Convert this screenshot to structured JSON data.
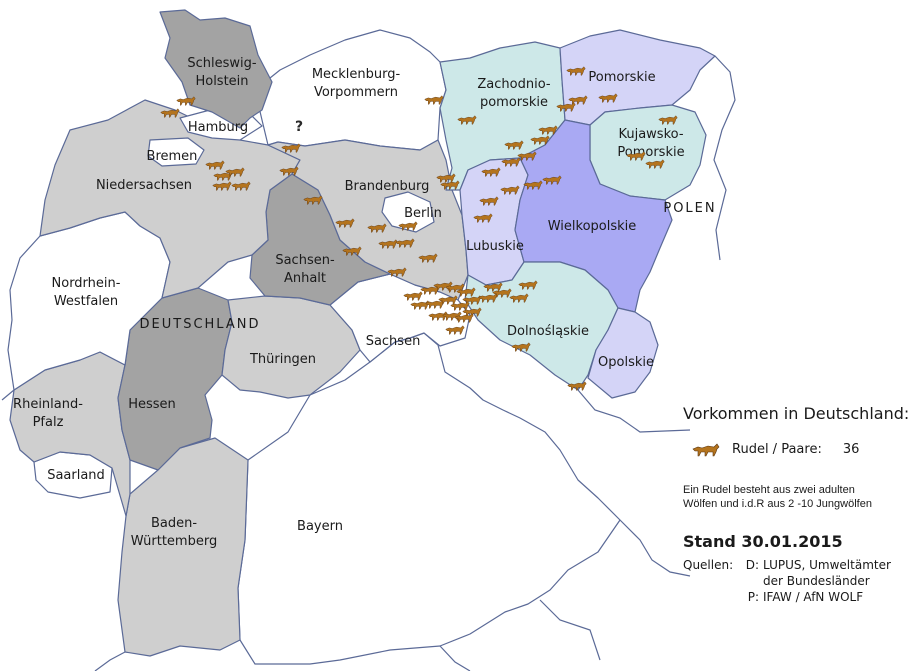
{
  "map": {
    "regions_de": [
      {
        "name": "Schleswig-Holstein",
        "lines": [
          "Schleswig-",
          "Holstein"
        ]
      },
      {
        "name": "Mecklenburg-Vorpommern",
        "lines": [
          "Mecklenburg-",
          "Vorpommern"
        ]
      },
      {
        "name": "Hamburg",
        "lines": [
          "Hamburg"
        ]
      },
      {
        "name": "Bremen",
        "lines": [
          "Bremen"
        ]
      },
      {
        "name": "Niedersachsen",
        "lines": [
          "Niedersachsen"
        ]
      },
      {
        "name": "Brandenburg",
        "lines": [
          "Brandenburg"
        ]
      },
      {
        "name": "Berlin",
        "lines": [
          "Berlin"
        ]
      },
      {
        "name": "Sachsen-Anhalt",
        "lines": [
          "Sachsen-",
          "Anhalt"
        ]
      },
      {
        "name": "Nordrhein-Westfalen",
        "lines": [
          "Nordrhein-",
          "Westfalen"
        ]
      },
      {
        "name": "Sachsen",
        "lines": [
          "Sachsen"
        ]
      },
      {
        "name": "Thüringen",
        "lines": [
          "Thüringen"
        ]
      },
      {
        "name": "Hessen",
        "lines": [
          "Hessen"
        ]
      },
      {
        "name": "Rheinland-Pfalz",
        "lines": [
          "Rheinland-",
          "Pfalz"
        ]
      },
      {
        "name": "Saarland",
        "lines": [
          "Saarland"
        ]
      },
      {
        "name": "Baden-Württemberg",
        "lines": [
          "Baden-",
          "Württemberg"
        ]
      },
      {
        "name": "Bayern",
        "lines": [
          "Bayern"
        ]
      }
    ],
    "regions_pl": [
      {
        "name": "Zachodniopomorskie",
        "lines": [
          "Zachodnio-",
          "pomorskie"
        ]
      },
      {
        "name": "Pomorskie",
        "lines": [
          "Pomorskie"
        ]
      },
      {
        "name": "Kujawsko-Pomorskie",
        "lines": [
          "Kujawsko-",
          "Pomorskie"
        ]
      },
      {
        "name": "Lubuskie",
        "lines": [
          "Lubuskie"
        ]
      },
      {
        "name": "Wielkopolskie",
        "lines": [
          "Wielkopolskie"
        ]
      },
      {
        "name": "Dolnośląskie",
        "lines": [
          "Dolnośląskie"
        ]
      },
      {
        "name": "Opolskie",
        "lines": [
          "Opolskie"
        ]
      }
    ],
    "country_labels": [
      "DEUTSCHLAND",
      "POLEN"
    ],
    "question_mark": "?",
    "colors": {
      "de_dark": "#a3a3a3",
      "de_light": "#cfcfcf",
      "de_white": "#ffffff",
      "pl_teal": "#cde8e8",
      "pl_lavender": "#d4d4f7",
      "pl_violet": "#a9a9f3",
      "border": "#5b6a97",
      "wolf": "#b4741e"
    }
  },
  "legend": {
    "title": "Vorkommen in Deutschland:",
    "symbol_label": "Rudel / Paare:",
    "count": "36",
    "note_line1": "Ein Rudel besteht aus zwei adulten",
    "note_line2": "Wölfen und i.d.R aus 2 -10 Jungwölfen",
    "date": "Stand 30.01.2015",
    "sources_label": "Quellen:",
    "source_d_key": "D:",
    "source_d_line1": "LUPUS, Umweltämter",
    "source_d_line2": "der Bundesländer",
    "source_p_key": "P:",
    "source_p_line1": "IFAW / AfN WOLF"
  }
}
